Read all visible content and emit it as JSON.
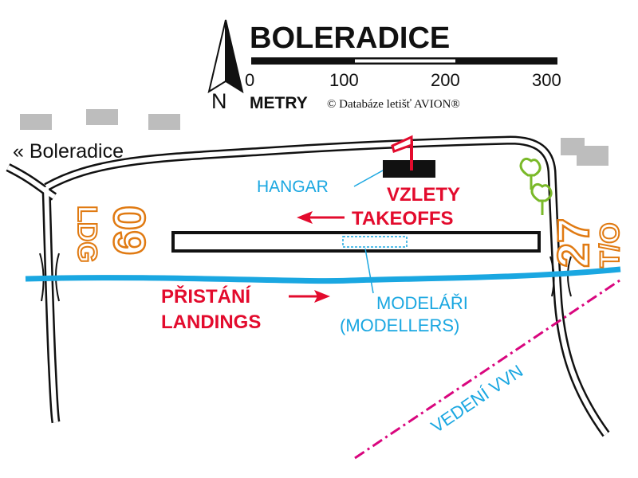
{
  "title": "BOLERADICE",
  "north": {
    "label": "N"
  },
  "scale": {
    "ticks": [
      "0",
      "100",
      "200",
      "300"
    ],
    "unit_label": "METRY",
    "copyright": "© Databáze letišť AVION®"
  },
  "labels": {
    "town": "« Boleradice",
    "hangar": "HANGAR",
    "takeoff_cz": "VZLETY",
    "takeoff_en": "TAKEOFFS",
    "landing_cz": "PŘISTÁNÍ",
    "landing_en": "LANDINGS",
    "modellers_cz": "MODELÁŘI",
    "modellers_en": "(MODELLERS)",
    "powerline": "VEDENÍ VVN"
  },
  "runways": {
    "west_number": "09",
    "west_use": "LDG",
    "east_number": "27",
    "east_use": "T/O"
  },
  "colors": {
    "red": "#e30b2d",
    "blue": "#1aa7e1",
    "orange": "#e07a12",
    "magenta": "#d9067e",
    "green": "#7ab929",
    "grey": "#bdbdbd",
    "black": "#111111"
  }
}
